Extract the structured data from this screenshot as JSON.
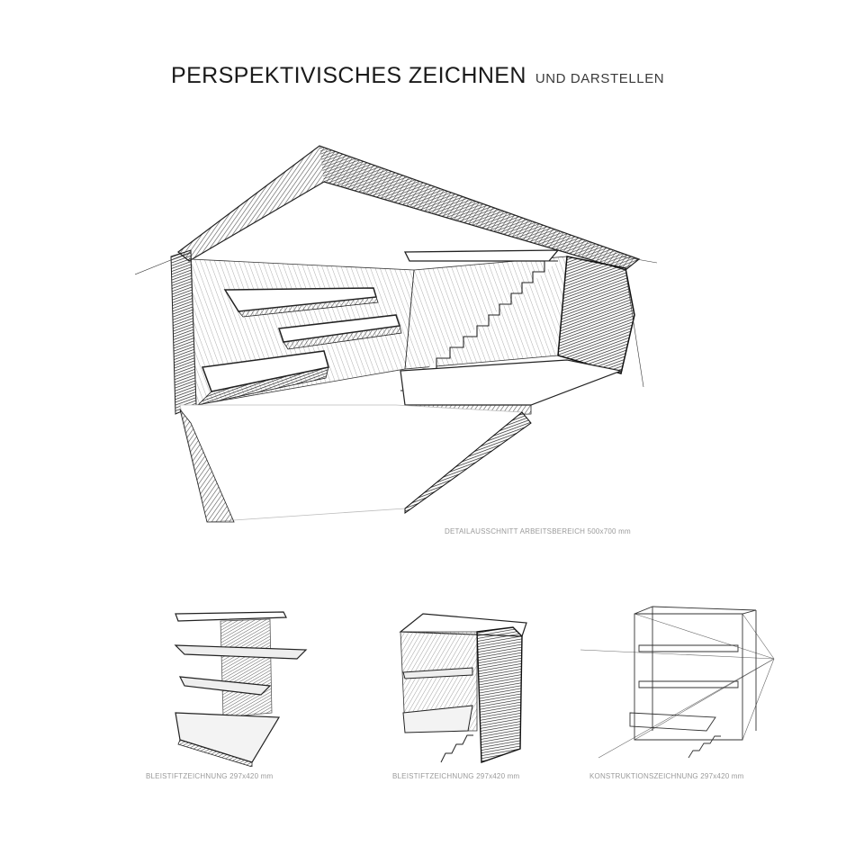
{
  "header": {
    "title": "PERSPEKTIVISCHES ZEICHNEN",
    "subtitle": "UND DARSTELLEN"
  },
  "main_drawing": {
    "caption": "DETAILAUSSCHNITT ARBEITSBEREICH 500x700 mm"
  },
  "thumbnails": [
    {
      "caption": "BLEISTIFTZEICHNUNG 297x420 mm"
    },
    {
      "caption": "BLEISTIFTZEICHNUNG 297x420 mm"
    },
    {
      "caption": "KONSTRUKTIONSZEICHNUNG 297x420 mm"
    }
  ],
  "colors": {
    "background": "#ffffff",
    "ink": "#1a1a1a",
    "caption": "#9a9a9a"
  }
}
